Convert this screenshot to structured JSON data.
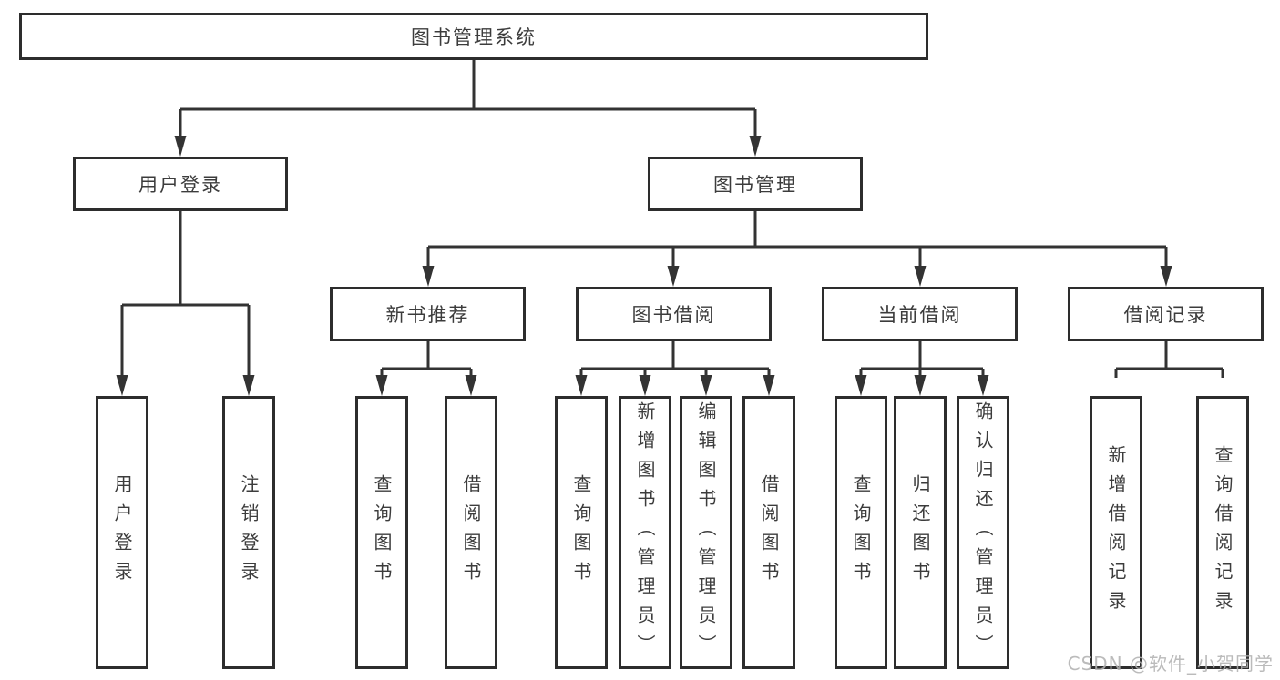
{
  "tree": {
    "label": "图书管理系统",
    "children": [
      {
        "label": "用户登录",
        "children": [
          {
            "label": "用户登录"
          },
          {
            "label": "注销登录"
          }
        ]
      },
      {
        "label": "图书管理",
        "children": [
          {
            "label": "新书推荐",
            "children": [
              {
                "label": "查询图书"
              },
              {
                "label": "借阅图书"
              }
            ]
          },
          {
            "label": "图书借阅",
            "children": [
              {
                "label": "查询图书"
              },
              {
                "label": "新增图书（管理员）"
              },
              {
                "label": "编辑图书（管理员）"
              },
              {
                "label": "借阅图书"
              }
            ]
          },
          {
            "label": "当前借阅",
            "children": [
              {
                "label": "查询图书"
              },
              {
                "label": "归还图书"
              },
              {
                "label": "确认归还（管理员）"
              }
            ]
          },
          {
            "label": "借阅记录",
            "children": [
              {
                "label": "新增借阅记录"
              },
              {
                "label": "查询借阅记录"
              }
            ]
          }
        ]
      }
    ]
  },
  "watermark": {
    "text": "CSDN @软件_小贺同学"
  },
  "colors": {
    "line": "#333333",
    "box_border": "#2d2d2d",
    "box_fill": "#ffffff",
    "text": "#3c3c3c",
    "background": "#ffffff",
    "watermark": "#b2b2b2"
  }
}
